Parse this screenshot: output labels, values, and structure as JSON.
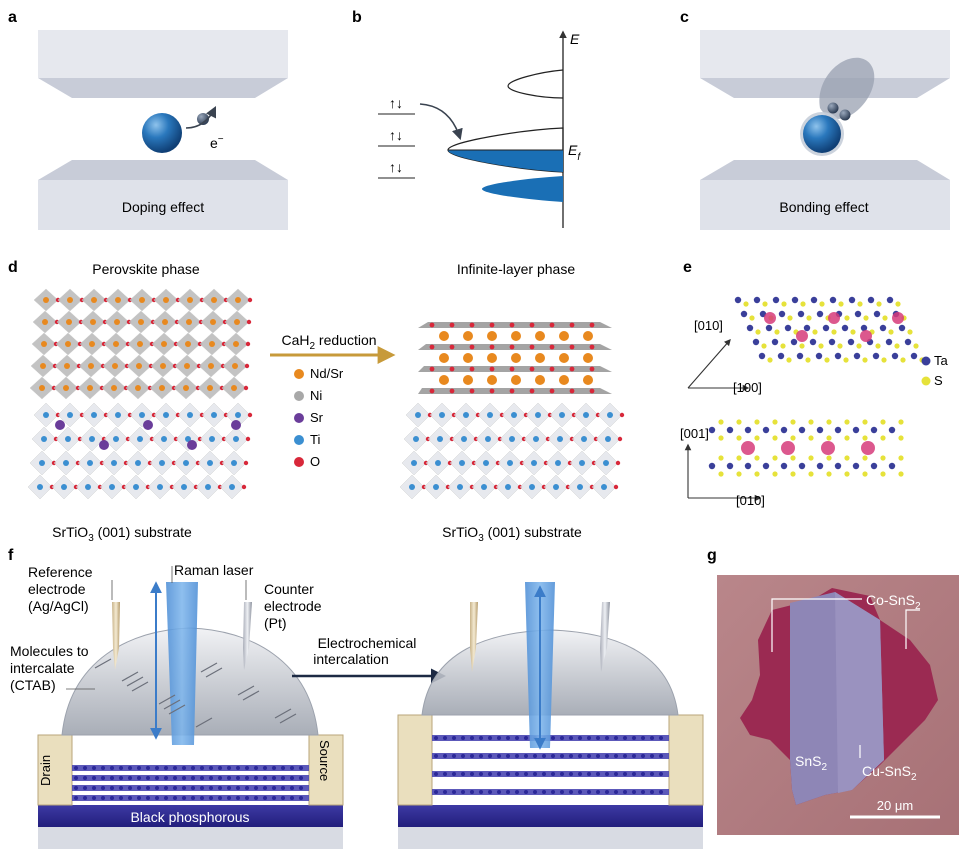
{
  "panels": {
    "a": {
      "label": "a",
      "caption": "Doping effect",
      "electron": "e",
      "electron_sup": "−"
    },
    "b": {
      "label": "b",
      "axis_E": "E",
      "fermi_main": "E",
      "fermi_sub": "f",
      "spin_symbol": "↑↓"
    },
    "c": {
      "label": "c",
      "caption": "Bonding effect"
    },
    "d": {
      "label": "d",
      "left_title": "Perovskite phase",
      "right_title": "Infinite-layer phase",
      "arrow_main": "CaH",
      "arrow_sub": "2",
      "arrow_tail": " reduction",
      "legend": [
        {
          "label": "Nd/Sr",
          "color": "#e8891f"
        },
        {
          "label": "Ni",
          "color": "#a8a8a8"
        },
        {
          "label": "Sr",
          "color": "#6a3d9a"
        },
        {
          "label": "Ti",
          "color": "#3b8fd1"
        },
        {
          "label": "O",
          "color": "#d8283a"
        }
      ],
      "substrate_left": {
        "pre": "SrTiO",
        "sub": "3",
        "post": " (001) substrate"
      },
      "substrate_right": {
        "pre": "SrTiO",
        "sub": "3",
        "post": " (001) substrate"
      }
    },
    "e": {
      "label": "e",
      "top_axis_y": "[010]",
      "top_axis_x": "[100]",
      "bottom_axis_y": "[001]",
      "bottom_axis_x": "[010]",
      "legend": [
        {
          "label": "Ta",
          "color": "#3a3f9a"
        },
        {
          "label": "S",
          "color": "#e6e23a"
        }
      ]
    },
    "f": {
      "label": "f",
      "raman": "Raman laser",
      "reference_lines": [
        "Reference",
        "electrode",
        "(Ag/AgCl)"
      ],
      "counter_lines": [
        "Counter",
        "electrode",
        "(Pt)"
      ],
      "molecules_lines": [
        "Molecules to",
        "intercalate",
        "(CTAB)"
      ],
      "process_lines": [
        "Electrochemical",
        "intercalation"
      ],
      "drain": "Drain",
      "source": "Source",
      "substrate_text": "Black phosphorous"
    },
    "g": {
      "label": "g",
      "co": {
        "pre": "Co-SnS",
        "sub": "2"
      },
      "sn": {
        "pre": "SnS",
        "sub": "2"
      },
      "cu": {
        "pre": "Cu-SnS",
        "sub": "2"
      },
      "scale": "20 μm"
    }
  },
  "colors": {
    "slab_top": "#e4e7ee",
    "slab_face": "#d3d7e1",
    "sphere": "#1f6fb5",
    "band_blue": "#1a6fb5",
    "arrow_gold": "#c79a3a",
    "optical_bg": "#b07a7e",
    "flake_red": "#a0294f",
    "flake_blue": "#8b84b4"
  }
}
